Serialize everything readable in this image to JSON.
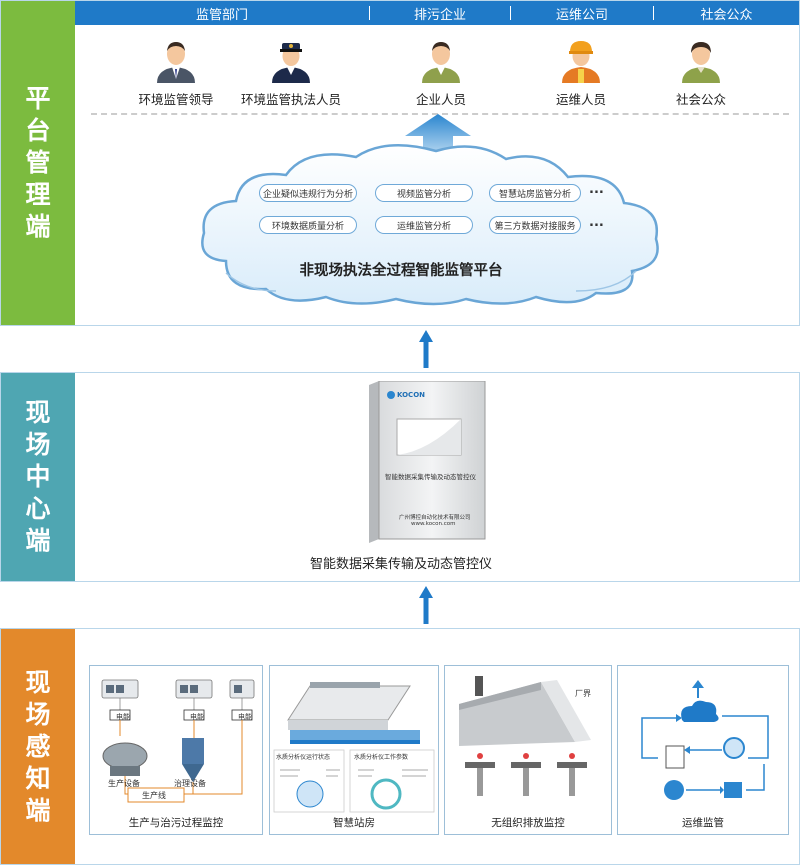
{
  "platform": {
    "label": "平台管理端",
    "header": [
      "监管部门",
      "排污企业",
      "运维公司",
      "社会公众"
    ],
    "people": [
      "环境监管领导",
      "环境监管执法人员",
      "企业人员",
      "运维人员",
      "社会公众"
    ],
    "cloud": {
      "title": "非现场执法全过程智能监管平台",
      "pills": [
        "企业疑似违规行为分析",
        "视频监管分析",
        "智慧站房监管分析",
        "环境数据质量分析",
        "运维监管分析",
        "第三方数据对接服务"
      ],
      "more": "..."
    }
  },
  "center": {
    "label": "现场中心端",
    "device_caption": "智能数据采集传输及动态管控仪",
    "device_brand": "KOCON",
    "device_panel": "智能数据采集传输及动态管控仪",
    "device_footer": "广州博控自动化技术有限公司",
    "device_url": "www.kocon.com"
  },
  "sensing": {
    "label": "现场感知端",
    "panels": [
      {
        "caption": "生产与治污过程监控",
        "labels": [
          "电能",
          "电能",
          "电能",
          "生产设备",
          "治理设备",
          "生产线"
        ]
      },
      {
        "caption": "智慧站房",
        "labels": [
          "水质分析仪运行状态",
          "水质分析仪工作参数"
        ]
      },
      {
        "caption": "无组织排放监控",
        "labels": [
          "厂界"
        ]
      },
      {
        "caption": "运维监管",
        "labels": []
      }
    ]
  },
  "colors": {
    "platform": "#7cbb3f",
    "center": "#4fa6b2",
    "sensing": "#e3892b",
    "header": "#1f7ac8",
    "arrow": "#1f7ac8"
  }
}
